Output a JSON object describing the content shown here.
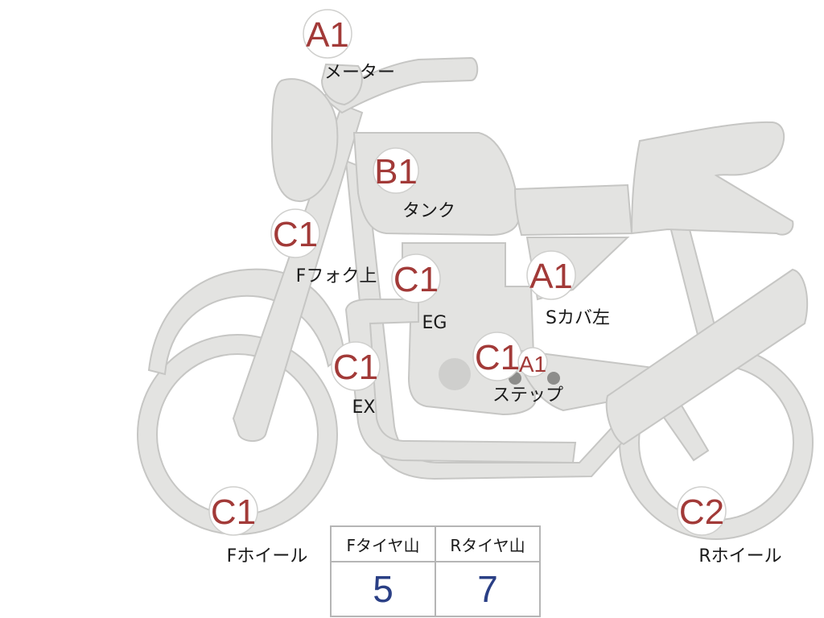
{
  "markers": [
    {
      "id": "meter",
      "grade": "A1",
      "label": "メーター"
    },
    {
      "id": "tank",
      "grade": "B1",
      "label": "タンク"
    },
    {
      "id": "fork-upper",
      "grade": "C1",
      "label": "Fフォク上"
    },
    {
      "id": "engine",
      "grade": "C1",
      "label": "EG"
    },
    {
      "id": "side-cover-left",
      "grade": "A1",
      "label": "Sカバ左"
    },
    {
      "id": "exhaust",
      "grade": "C1",
      "label": "EX"
    },
    {
      "id": "step",
      "grade": "C1",
      "label": "ステップ"
    },
    {
      "id": "step-alt",
      "grade": "A1",
      "label": ""
    },
    {
      "id": "front-wheel",
      "grade": "C1",
      "label": "Fホイール"
    },
    {
      "id": "rear-wheel",
      "grade": "C2",
      "label": "Rホイール"
    }
  ],
  "tire_table": {
    "headers": [
      "Fタイヤ山",
      "Rタイヤ山"
    ],
    "values": [
      "5",
      "7"
    ]
  },
  "colors": {
    "grade": "#a23a38",
    "body": "#e3e3e1",
    "outline": "#c6c6c4",
    "tire_value": "#2a3f85"
  }
}
